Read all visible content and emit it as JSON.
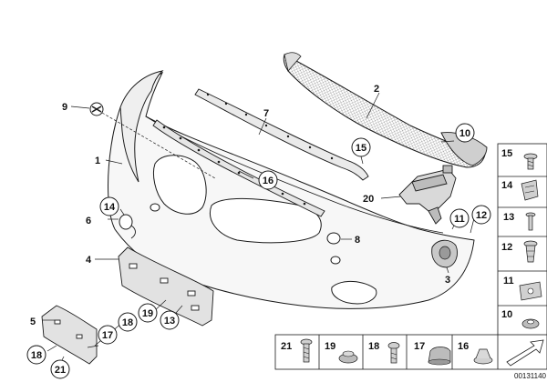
{
  "diagram": {
    "callouts": {
      "c1": "1",
      "c2": "2",
      "c4": "4",
      "c5": "5",
      "c6": "6",
      "c7": "7",
      "c8": "8",
      "c9": "9",
      "c3": "3",
      "c20": "20",
      "b10": "10",
      "b11": "11",
      "b12": "12",
      "b13": "13",
      "b14": "14",
      "b15": "15",
      "b16": "16",
      "b17": "17",
      "b18": "18",
      "b19": "19",
      "b21": "21"
    },
    "legend_right": [
      "15",
      "14",
      "13",
      "12",
      "11",
      "10"
    ],
    "legend_bottom": [
      "21",
      "19",
      "18",
      "17",
      "16"
    ],
    "reference_number": "00131140",
    "colors": {
      "line": "#1a1a1a",
      "fill_light": "#f4f4f4",
      "fill_mid": "#d9d9d9",
      "fill_dark": "#9a9a9a"
    }
  }
}
